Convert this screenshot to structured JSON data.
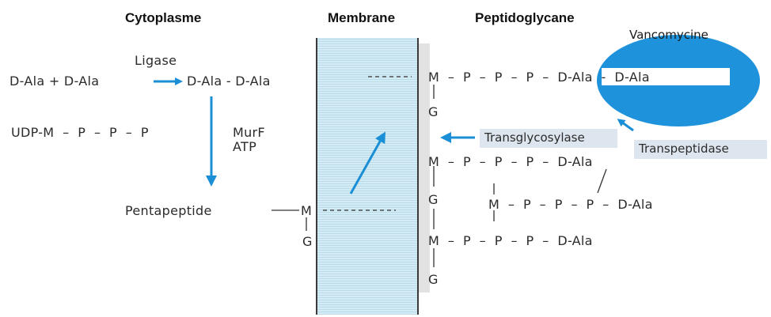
{
  "headings": {
    "cytoplasm": "Cytoplasme",
    "membrane": "Membrane",
    "peptidoglycan": "Peptidoglycane"
  },
  "cytoplasm": {
    "ligase": "Ligase",
    "dala_sum": "D-Ala + D-Ala",
    "dala_dipeptide": "D-Ala - D-Ala",
    "udp_chain": "UDP-M  –  P  –  P  –  P",
    "murf": "MurF",
    "atp": "ATP",
    "pentapeptide": "Pentapeptide",
    "m": "M",
    "g": "G"
  },
  "peptidoglycan": {
    "row1": "M  –  P  –  P  –  P  –  D-Ala  -  D-Ala",
    "g1": "G",
    "row2": "M  –  P  –  P  –  P  –  D-Ala",
    "g2": "G",
    "row_cross": "M  –  P  –  P  –  P  –  D-Ala",
    "row3": "M  –  P  –  P  –  P  –  D-Ala",
    "g3": "G"
  },
  "enzymes": {
    "vancomycine": "Vancomycine",
    "transglycosylase": "Transglycosylase",
    "transpeptidase": "Transpeptidase"
  },
  "colors": {
    "accent": "#1b8fd6",
    "membrane_fill": "#cfe8f3",
    "vanco_fill": "#1e93dc",
    "label_box": "#dde6ee"
  }
}
